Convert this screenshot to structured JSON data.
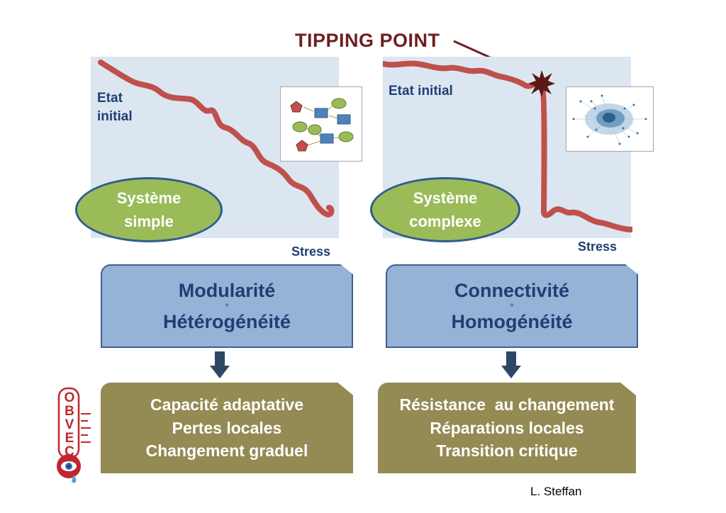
{
  "tipping_point": {
    "label": "TIPPING POINT"
  },
  "left": {
    "state_line1": "Etat",
    "state_line2": "initial",
    "stress": "Stress",
    "system_line1": "Système",
    "system_line2": "simple",
    "card_main1": "Modularité",
    "card_plus": "+",
    "card_main2": "Hétérogénéité",
    "result_lines": [
      "Capacité adaptative",
      "Pertes locales",
      "Changement graduel"
    ]
  },
  "right": {
    "state": "Etat initial",
    "stress": "Stress",
    "system_line1": "Système",
    "system_line2": "complexe",
    "card_main1": "Connectivité",
    "card_plus": "+",
    "card_main2": "Homogénéité",
    "result_lines": [
      "Résistance  au changement",
      "Réparations locales",
      "Transition critique"
    ]
  },
  "logo": {
    "letters": [
      "O",
      "B",
      "V",
      "E",
      "C",
      "O"
    ]
  },
  "credit": "L. Steffan",
  "colors": {
    "panel": "#dce6f1",
    "curve": "#c0504d",
    "ellipse_fill": "#9bbb59",
    "blue_card": "#95b3d7",
    "olive_card": "#948a54",
    "dark_blue_text": "#1f3f73",
    "tipping_text": "#6e1f1f"
  }
}
